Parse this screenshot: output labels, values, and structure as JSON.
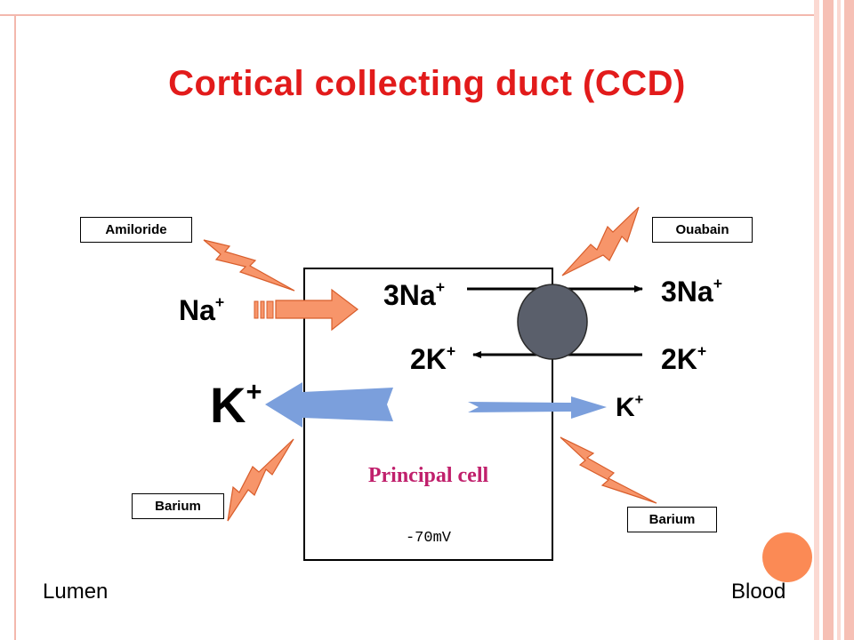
{
  "title": "Cortical collecting duct (CCD)",
  "cell": {
    "name": "Principal cell",
    "membrane_potential": "-70mV"
  },
  "sides": {
    "left": "Lumen",
    "right": "Blood"
  },
  "inhibitors": {
    "amiloride": "Amiloride",
    "ouabain": "Ouabain",
    "barium_apical": "Barium",
    "barium_basolateral": "Barium"
  },
  "ions": {
    "na_in_lumen": {
      "symbol": "Na",
      "charge": "+"
    },
    "na_pump_cell": {
      "symbol": "3Na",
      "charge": "+"
    },
    "na_pump_blood": {
      "symbol": "3Na",
      "charge": "+"
    },
    "k_pump_cell": {
      "symbol": "2K",
      "charge": "+"
    },
    "k_pump_blood": {
      "symbol": "2K",
      "charge": "+"
    },
    "k_lumen": {
      "symbol": "K",
      "charge": "+"
    },
    "k_blood": {
      "symbol": "K",
      "charge": "+"
    }
  },
  "colors": {
    "title": "#e21b1b",
    "cell_label": "#c0206c",
    "bolt_fill": "#f7956a",
    "na_arrow": "#f7956a",
    "k_arrow": "#7b9fdc",
    "pump": "#5a5f6b",
    "border_stripe": "#f3b8ad"
  },
  "icons": {
    "bolts": "lightning-bolt-icon",
    "pump": "na-k-atpase-pump-icon"
  }
}
